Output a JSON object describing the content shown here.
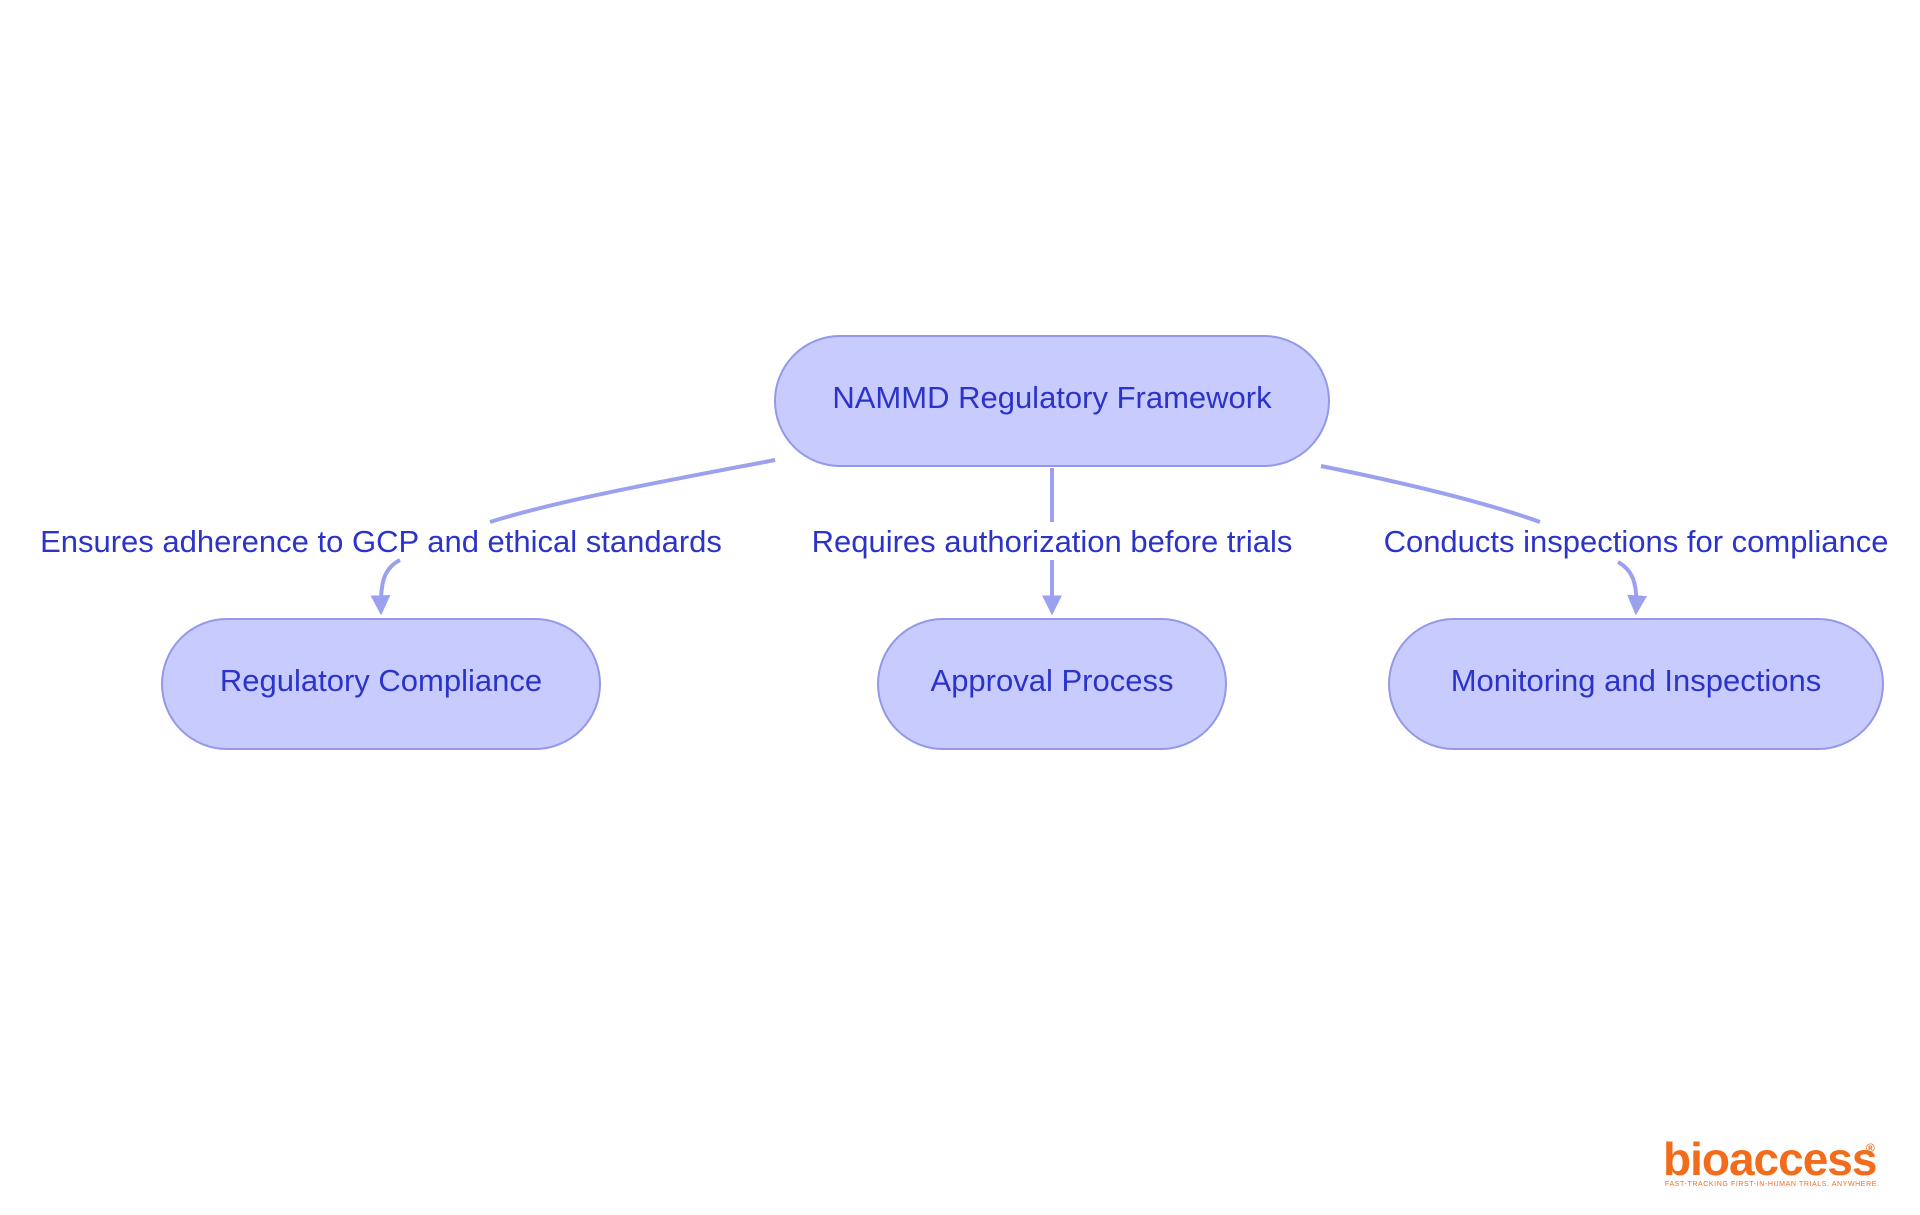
{
  "colors": {
    "node_fill": "#c8cbfd",
    "node_stroke": "#9399e8",
    "node_text": "#2c33c9",
    "edge": "#9ba1ee",
    "edge_label": "#2c33c9",
    "logo": "#f36c1c",
    "background": "#ffffff"
  },
  "diagram": {
    "root": {
      "label": "NAMMD Regulatory Framework"
    },
    "children": [
      {
        "label": "Regulatory Compliance",
        "edge_label": "Ensures adherence to GCP and ethical standards"
      },
      {
        "label": "Approval Process",
        "edge_label": "Requires authorization before trials"
      },
      {
        "label": "Monitoring and Inspections",
        "edge_label": "Conducts inspections for compliance"
      }
    ]
  },
  "logo": {
    "word": "bioaccess",
    "registered": "®",
    "tagline": "FAST-TRACKING FIRST-IN-HUMAN TRIALS. ANYWHERE."
  }
}
